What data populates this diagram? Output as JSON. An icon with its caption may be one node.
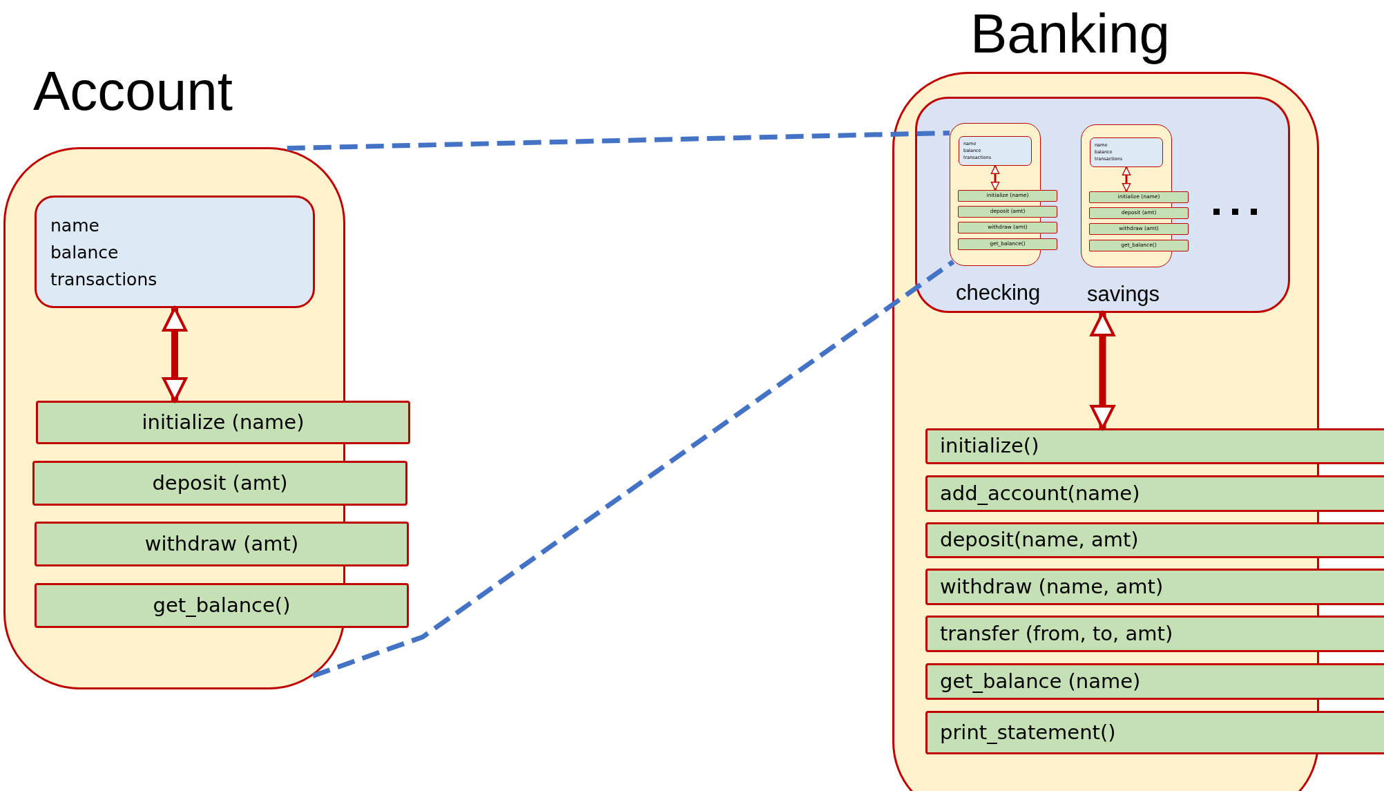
{
  "diagram": {
    "nodes": [
      {
        "text": [
          "Account"
        ]
      },
      {
        "text": [
          "name balance transactions"
        ],
        "in": 0
      },
      {
        "text": [
          "initialize (name)"
        ]
      },
      {
        "text": [
          "deposit (amt)"
        ]
      },
      {
        "text": [
          "withdraw (amt)"
        ]
      },
      {
        "text": [
          "get_balance()"
        ]
      },
      {
        "text": [
          "Banking"
        ]
      },
      {
        "text": [],
        "shape": "box",
        "in": 6
      },
      {
        "text": [],
        "shape": "box",
        "in": 7,
        "beside": [
          "checking"
        ]
      },
      {
        "text": [
          "name balance transactions"
        ],
        "in": 8
      },
      {
        "text": [
          "initialize (name)"
        ],
        "in": 7
      },
      {
        "text": [
          "deposit (amt)"
        ],
        "in": 7
      },
      {
        "text": [
          "withdraw (amt)"
        ],
        "in": 7
      },
      {
        "text": [
          "get_balance()"
        ],
        "in": 7
      },
      {
        "text": [],
        "shape": "box",
        "in": 7,
        "beside": [
          "savings"
        ]
      },
      {
        "text": [
          "name balance transactions"
        ],
        "in": 14
      },
      {
        "text": [
          "initialize (name)"
        ],
        "in": 7
      },
      {
        "text": [
          "deposit (amt)"
        ],
        "in": 7
      },
      {
        "text": [
          "withdraw (amt)"
        ],
        "in": 7
      },
      {
        "text": [
          "get_balance()"
        ],
        "in": 7
      },
      {
        "text": [
          "initialize()"
        ]
      },
      {
        "text": [
          "add_account(name)"
        ]
      },
      {
        "text": [
          "deposit(name, amt)"
        ]
      },
      {
        "text": [
          "withdraw (name, amt)"
        ]
      },
      {
        "text": [
          "transfer (from, to, amt)"
        ]
      },
      {
        "text": [
          "get_balance (name)"
        ]
      },
      {
        "text": [
          "print_statement()"
        ]
      }
    ],
    "edges": [
      {
        "from": 1,
        "to": 2,
        "arrow": "both"
      },
      {
        "from": 9,
        "to": 10,
        "arrow": "both"
      },
      {
        "from": 15,
        "to": 16,
        "arrow": "both"
      },
      {
        "from": 7,
        "to": 20,
        "arrow": "both"
      },
      {
        "from": 0,
        "to": 8,
        "arrow": "none",
        "style": "dashed",
        "color": "#4472c4"
      },
      {
        "from": 0,
        "to": 8,
        "arrow": "none",
        "style": "dashed",
        "color": "#4472c4"
      }
    ]
  }
}
